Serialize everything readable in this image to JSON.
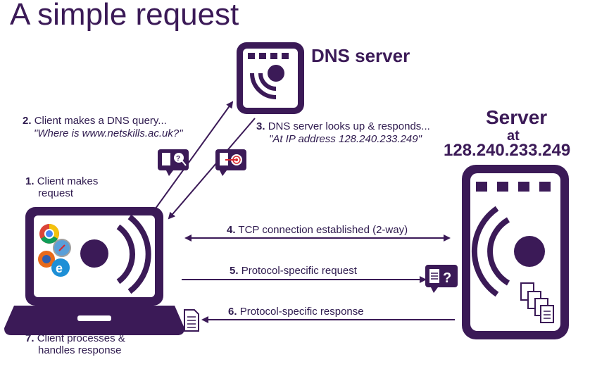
{
  "title": "A simple request",
  "dns_server": {
    "label": "DNS server"
  },
  "server": {
    "label": "Server",
    "at": "at",
    "ip": "128.240.233.249"
  },
  "steps": [
    {
      "num": "1.",
      "lines": [
        "Client makes",
        "request"
      ]
    },
    {
      "num": "2.",
      "line1": "Client makes a DNS query...",
      "quote": "\"Where is www.netskills.ac.uk?\""
    },
    {
      "num": "3.",
      "line1": "DNS server looks up & responds...",
      "quote": "\"At IP address 128.240.233.249\""
    },
    {
      "num": "4.",
      "text": "TCP connection established (2-way)"
    },
    {
      "num": "5.",
      "text": "Protocol-specific request"
    },
    {
      "num": "6.",
      "text": "Protocol-specific response"
    },
    {
      "num": "7.",
      "lines": [
        "Client processes &",
        "handles response"
      ]
    }
  ],
  "colors": {
    "primary": "#3b1a57",
    "accent_red": "#d8262e",
    "white": "#ffffff"
  },
  "icons": [
    "dns-server-icon",
    "server-icon",
    "laptop-client-icon",
    "browser-logos-icon",
    "query-document-icon",
    "response-target-icon",
    "request-document-icon",
    "response-document-icon",
    "server-documents-icon"
  ]
}
